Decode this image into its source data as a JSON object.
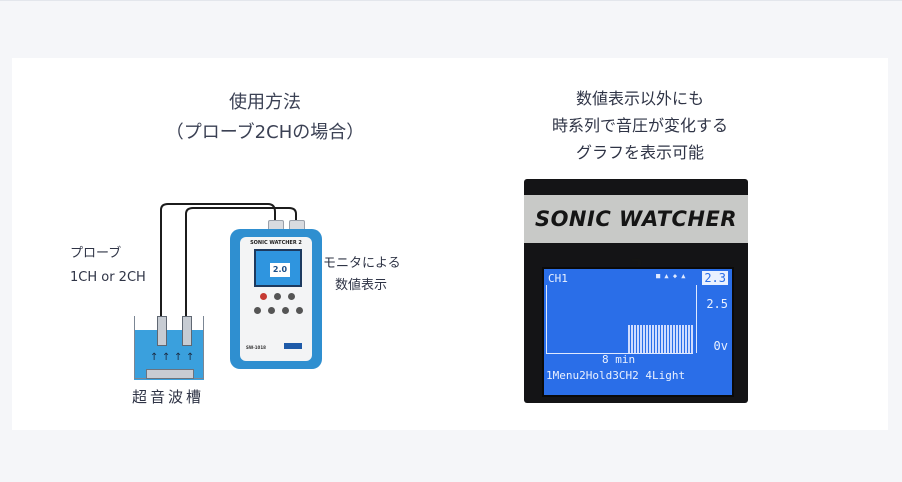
{
  "left": {
    "title_line1": "使用方法",
    "title_line2": "（プローブ2CHの場合）",
    "probe_label_line1": "プローブ",
    "probe_label_line2": "1CH or 2CH",
    "monitor_label_line1": "モニタによる",
    "monitor_label_line2": "数値表示",
    "bath_label": "超音波槽",
    "device": {
      "name": "SONIC WATCHER 2",
      "reading": "2.0",
      "model": "SW-1018",
      "screen_color": "#2f95df",
      "body_color": "#2f8fd0"
    }
  },
  "right": {
    "caption_line1": "数値表示以外にも",
    "caption_line2": "時系列で音圧が変化する",
    "caption_line3": "グラフを表示可能",
    "photo": {
      "brand": "SONIC WATCHER 2",
      "channel": "CH1",
      "value_top": "2.3",
      "value_mid": "2.5",
      "value_low": "0v",
      "x_label": "8 min",
      "menu": "1Menu2Hold3CH2 4Light",
      "screen_color": "#2a6ee8"
    }
  }
}
